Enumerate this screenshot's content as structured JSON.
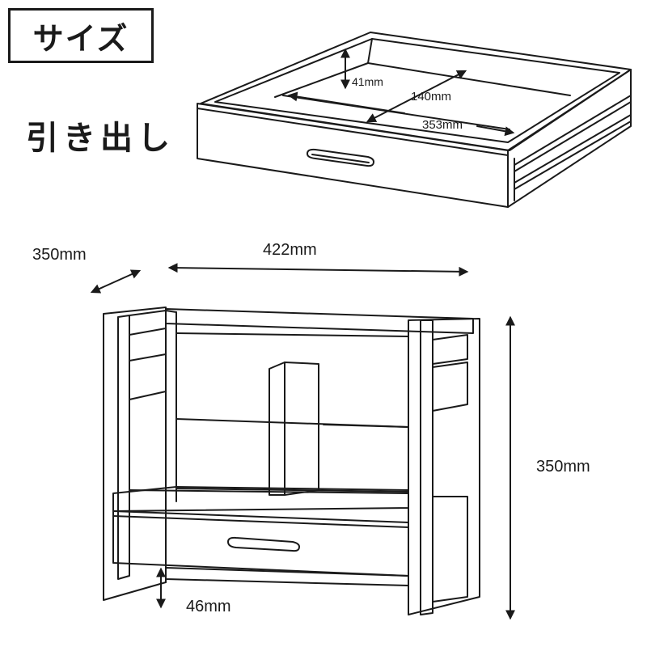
{
  "title": "サイズ",
  "drawer_section_label": "引き出し",
  "drawer_dimensions": {
    "height": "41mm",
    "depth": "140mm",
    "width": "353mm"
  },
  "shelf_dimensions": {
    "depth": "350mm",
    "width": "422mm",
    "height": "350mm",
    "clearance": "46mm"
  },
  "colors": {
    "line": "#1a1a1a",
    "background": "#ffffff"
  }
}
